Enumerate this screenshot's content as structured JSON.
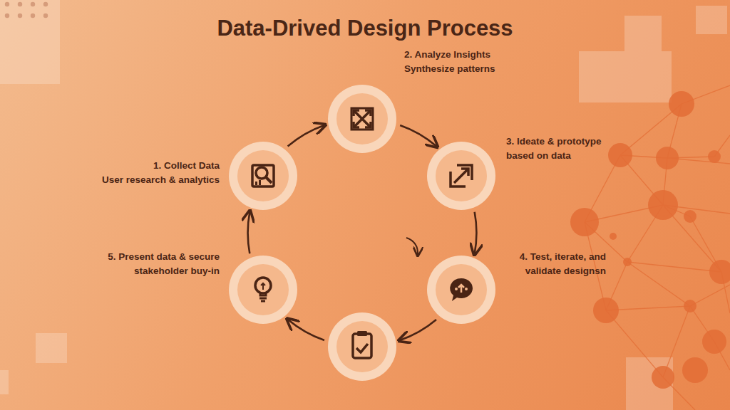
{
  "diagram": {
    "title": "Data-Drived Design Process",
    "nodes": [
      {
        "text": [
          "1. Collect Data",
          "User research & analytics"
        ]
      },
      {
        "text": [
          "2. Analyze Insights",
          "Synthesize patterns"
        ]
      },
      {
        "text": [
          "3. Ideate & prototype based on data"
        ]
      },
      {
        "text": [
          "4. Test, iterate, and validate designsn"
        ]
      },
      {
        "text": [
          "5. Present data & secure stakeholder buy-in"
        ]
      }
    ],
    "edges": [
      {
        "from": 0,
        "to": 1,
        "arrow": "to"
      },
      {
        "from": 1,
        "to": 2,
        "arrow": "to"
      },
      {
        "from": 2,
        "to": 3,
        "arrow": "to"
      },
      {
        "from": 4,
        "to": 0,
        "arrow": "to"
      }
    ]
  }
}
